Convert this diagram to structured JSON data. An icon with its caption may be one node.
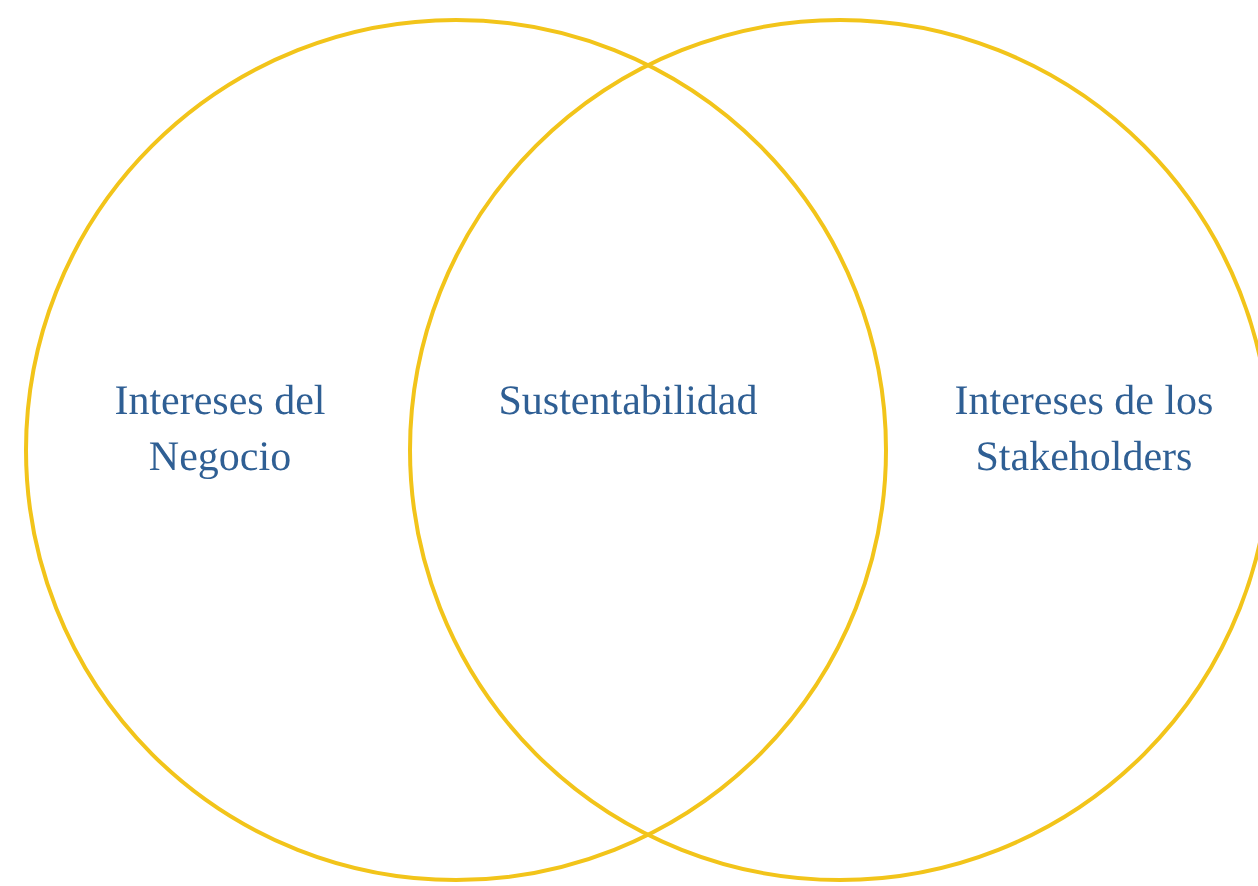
{
  "diagram": {
    "nodes": [
      {
        "text": [
          "Intereses del Negocio"
        ]
      },
      {
        "text": [
          "Sustentabilidad"
        ]
      },
      {
        "text": [
          "Intereses de los Stakeholders"
        ]
      }
    ]
  }
}
